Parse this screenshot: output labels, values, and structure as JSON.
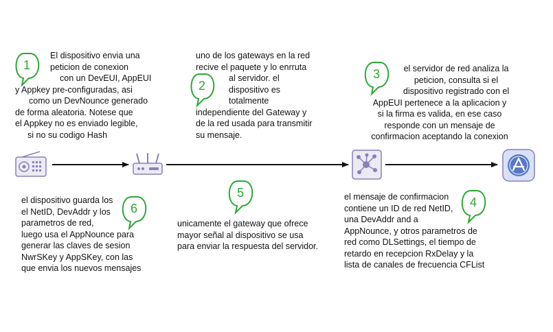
{
  "steps": [
    {
      "num": "1",
      "lines": [
        "El dispositivo envia una",
        "peticion de conexion",
        "con un DevEUI, AppEUI",
        "y Appkey pre-configuradas, asi",
        "como un DevNounce generado",
        "de forma aleatoria. Notese que",
        "el Appkey no es enviado legible,",
        "si no su codigo Hash"
      ]
    },
    {
      "num": "2",
      "lines": [
        "uno de los gateways en la red",
        "recive el paquete y lo enrruta",
        "al servidor. el",
        "dispositivo es",
        "totalmente",
        "independiente del Gateway y",
        "de la red usada para transmitir",
        "su mensaje."
      ]
    },
    {
      "num": "3",
      "lines": [
        "el servidor de red analiza la",
        "peticion, consulta si el",
        "dispositivo registrado con el",
        "AppEUI pertenece a la aplicacion y",
        "si la firma es valida, en ese caso",
        "responde con un mensaje de",
        "confirmacion aceptando la conexion"
      ]
    },
    {
      "num": "4",
      "lines": [
        "el mensaje de confirmacion",
        "contiene un ID de red NetID,",
        "una DevAddr and a",
        "AppNounce, y otros parametros de",
        "red como DLSettings, el tiempo de",
        "retardo en recepcion RxDelay y la",
        "lista de canales de frecuencia CFList"
      ]
    },
    {
      "num": "5",
      "lines": [
        "unicamente el gateway que ofrece",
        "mayor señal al dispositivo se usa",
        "para enviar la respuesta del servidor."
      ]
    },
    {
      "num": "6",
      "lines": [
        "el dispositivo guarda los",
        "el NetID, DevAddr y los",
        "parametros de red,",
        "luego usa el AppNounce para",
        "generar las claves de sesion",
        "NwrSKey y AppSKey, con las",
        "que envia los nuevos mensajes"
      ]
    }
  ],
  "nodes": [
    {
      "name": "device",
      "icon": "radio-device-icon"
    },
    {
      "name": "gateway",
      "icon": "router-gateway-icon"
    },
    {
      "name": "network-server",
      "icon": "network-hub-icon"
    },
    {
      "name": "application",
      "icon": "app-store-icon"
    }
  ],
  "colors": {
    "accent": "#2aa836",
    "icon_purple": "#8a7fb8",
    "icon_light": "#eceaf5",
    "arrow": "#111111"
  }
}
